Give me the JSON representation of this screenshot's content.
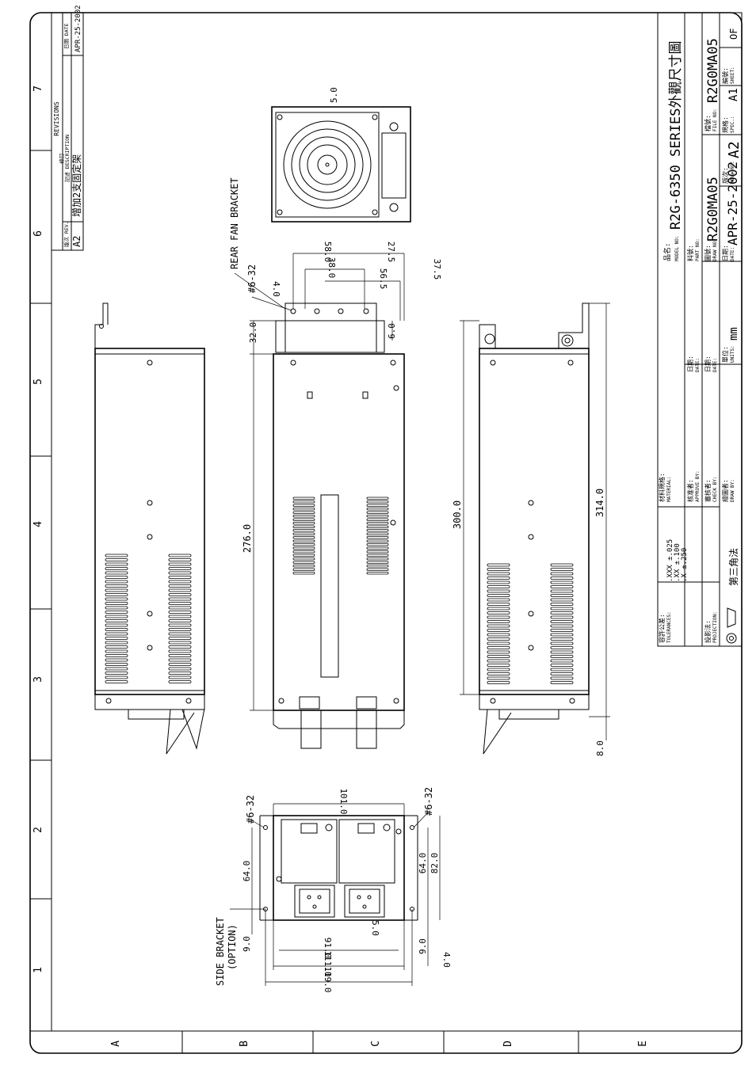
{
  "zones": {
    "numbers": [
      "7",
      "6",
      "5",
      "4",
      "3",
      "2",
      "1"
    ],
    "letters": [
      "A",
      "B",
      "C",
      "D",
      "E"
    ]
  },
  "revisions": {
    "title": "REVISIONS",
    "rev_header": "版次 REV.",
    "desc_header_top": "修訂",
    "desc_header": "記述 DESCRIPTION",
    "date_header": "日期 DATE",
    "rev": "A2",
    "description": "增加2支固定架",
    "date": "APR-25-2002"
  },
  "title_block": {
    "model_label": "品名:",
    "model_label_en": "MODEL NO:",
    "model_value": "R2G-6350 SERIES外觀尺寸圖",
    "part_label": "料號:",
    "part_label_en": "PART NO:",
    "draw_label": "圖號:",
    "draw_label_en": "DRAW NO:",
    "draw_value": "R2G0MA05",
    "file_label": "檔號:",
    "file_label_en": "FILE NO:",
    "file_value": "R2G0MA05",
    "date_label": "日期:",
    "date_label_en": "DATE:",
    "date_value": "APR-25-2002",
    "units_label": "單位:",
    "units_label_en": "UNITS:",
    "units_value": "mm",
    "rev_label": "版次:",
    "rev_label_en": "REV. NO:",
    "rev_value": "A2",
    "spec_label": "規格:",
    "spec_label_en": "SPEC.:",
    "spec_value": "A1",
    "sheet_label": "編號:",
    "sheet_label_en": "SHEET:",
    "sheet_value": "OF",
    "tol_label": "容許公差:",
    "tol_label_en": "TOLERANCES:",
    "tol_xxx": ".XXX ±.025",
    "tol_xx": ".XX  ±.100",
    "tol_x": ".X   ±.250",
    "material_label": "材料規格:",
    "material_label_en": "MATERIAL:",
    "approve_label": "核准者:",
    "approve_label_en": "APPROVE BY:",
    "check_label": "審核者:",
    "check_label_en": "CHECK BY:",
    "drawby_label": "繪圖者:",
    "drawby_label_en": "DRAW BY:",
    "proj_label": "投影法:",
    "proj_label_en": "PROJECTION:",
    "proj_value": "第三角法",
    "date2_label": "日期:",
    "date2_label_en": "DATE:",
    "date3_label": "日期:",
    "date3_label_en": "DATE:"
  },
  "dimensions": {
    "d276": "276.0",
    "d300": "300.0",
    "d314": "314.0",
    "d8": "8.0",
    "d32": "32.0",
    "d6": "6.0",
    "d4": "4.0",
    "d58": "58.0",
    "d38": "38.0",
    "d27_5": "27.5",
    "d37_5": "37.5",
    "d56_5": "56.5",
    "d5": "5.0",
    "d101": "101.0",
    "d64a": "64.0",
    "d64b": "64.0",
    "d82": "82.0",
    "d9a": "9.0",
    "d9b": "9.0",
    "d91": "91.0",
    "d111": "111.0",
    "d119": "119.0",
    "d5b": "5.0",
    "d4b": "4.0"
  },
  "labels": {
    "rear_fan_bracket": "REAR FAN BRACKET",
    "screw_top": "#6-32",
    "screw_left": "#6-32",
    "screw_right": "#6-32",
    "side_bracket": "SIDE BRACKET",
    "option": "(OPTION)"
  }
}
